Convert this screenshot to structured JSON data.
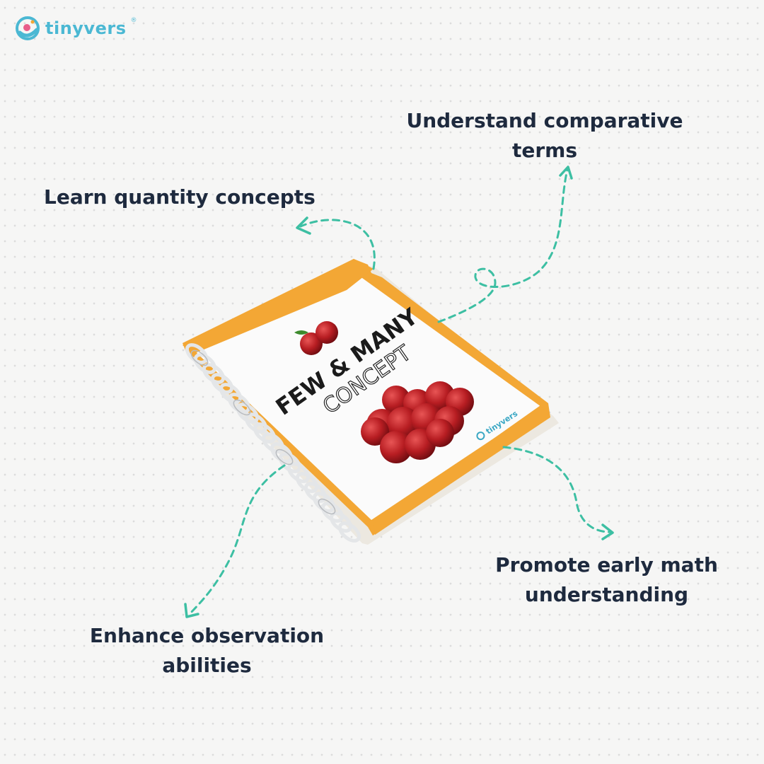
{
  "brand": {
    "name": "tinyvers",
    "registered": "®",
    "primary_color": "#4bb8d3"
  },
  "callouts": {
    "quantity": "Learn quantity concepts",
    "comparative_line1": "Understand comparative",
    "comparative_line2": "terms",
    "math_line1": "Promote early math",
    "math_line2": "understanding",
    "observation_line1": "Enhance observation",
    "observation_line2": "abilities"
  },
  "book": {
    "title_line1": "FEW & MANY",
    "title_line2": "CONCEPT",
    "cover_brand": "tinyvers",
    "accent_color": "#f3a735"
  },
  "arrow_color": "#3dbfa3",
  "text_color": "#1e2a3e"
}
